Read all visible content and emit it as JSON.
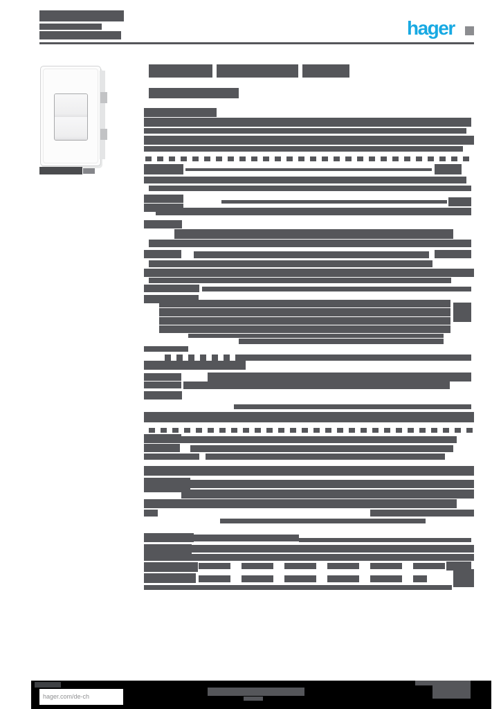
{
  "colors": {
    "ink": "#55565a",
    "logo_cyan": "#18a9e2",
    "page_background": "#ffffff",
    "footer_band": "#000000"
  },
  "header": {
    "logo_text": "hager",
    "registered_mark": "logo-registered-mark",
    "redacted_lines": [
      [
        57,
        15,
        122,
        16
      ],
      [
        57,
        34,
        90,
        9
      ],
      [
        57,
        45,
        118,
        12
      ]
    ]
  },
  "title": {
    "segments": [
      [
        215,
        93,
        92,
        19
      ],
      [
        313,
        93,
        118,
        19
      ],
      [
        437,
        93,
        68,
        19
      ]
    ],
    "subtitle": [
      [
        215,
        127,
        130,
        15
      ]
    ]
  },
  "product": {
    "image": "two-gang-rocker-light-switch",
    "caption_bars": [
      [
        57,
        241,
        62,
        11,
        "#4a4b4e"
      ],
      [
        120,
        243,
        17,
        8,
        "#85868a"
      ]
    ]
  },
  "body": {
    "redacted_bars": [
      [
        208,
        156,
        105,
        13
      ],
      [
        208,
        170,
        473,
        13
      ],
      [
        208,
        185,
        466,
        8
      ],
      [
        208,
        196,
        477,
        13
      ],
      [
        208,
        211,
        461,
        8
      ],
      [
        210,
        226,
        471,
        7,
        "d"
      ],
      [
        208,
        237,
        57,
        15
      ],
      [
        268,
        243,
        356,
        4
      ],
      [
        628,
        237,
        39,
        15
      ],
      [
        208,
        255,
        466,
        10
      ],
      [
        215,
        268,
        466,
        8
      ],
      [
        208,
        281,
        57,
        12
      ],
      [
        208,
        294,
        57,
        12
      ],
      [
        320,
        289,
        326,
        5
      ],
      [
        648,
        285,
        33,
        13
      ],
      [
        225,
        300,
        456,
        11
      ],
      [
        208,
        318,
        55,
        12
      ],
      [
        252,
        331,
        403,
        14
      ],
      [
        215,
        346,
        466,
        11
      ],
      [
        208,
        361,
        54,
        12
      ],
      [
        280,
        363,
        340,
        10
      ],
      [
        628,
        361,
        53,
        12
      ],
      [
        215,
        376,
        410,
        10
      ],
      [
        208,
        388,
        477,
        12
      ],
      [
        215,
        401,
        437,
        8
      ],
      [
        208,
        411,
        80,
        11
      ],
      [
        292,
        414,
        389,
        7
      ],
      [
        208,
        426,
        79,
        12
      ],
      [
        230,
        433,
        421,
        11
      ],
      [
        230,
        445,
        421,
        12
      ],
      [
        230,
        458,
        421,
        11
      ],
      [
        230,
        470,
        421,
        11
      ],
      [
        655,
        437,
        26,
        28
      ],
      [
        272,
        482,
        369,
        6
      ],
      [
        345,
        489,
        296,
        8
      ],
      [
        208,
        500,
        64,
        8
      ],
      [
        238,
        512,
        114,
        9,
        "d"
      ],
      [
        345,
        512,
        336,
        9
      ],
      [
        208,
        521,
        147,
        13
      ],
      [
        300,
        538,
        381,
        13
      ],
      [
        208,
        539,
        54,
        11
      ],
      [
        208,
        551,
        54,
        10
      ],
      [
        265,
        551,
        385,
        11
      ],
      [
        208,
        565,
        55,
        12
      ],
      [
        338,
        584,
        343,
        7
      ],
      [
        208,
        595,
        477,
        15
      ],
      [
        215,
        618,
        468,
        7,
        "d"
      ],
      [
        208,
        627,
        54,
        13
      ],
      [
        262,
        630,
        398,
        10
      ],
      [
        208,
        641,
        52,
        12
      ],
      [
        275,
        643,
        380,
        10
      ],
      [
        208,
        655,
        80,
        9
      ],
      [
        297,
        655,
        346,
        9
      ],
      [
        208,
        673,
        477,
        14
      ],
      [
        208,
        690,
        67,
        21
      ],
      [
        262,
        693,
        423,
        12
      ],
      [
        262,
        707,
        423,
        13
      ],
      [
        208,
        721,
        452,
        13
      ],
      [
        208,
        736,
        20,
        10
      ],
      [
        535,
        736,
        150,
        10
      ],
      [
        318,
        749,
        297,
        7
      ],
      [
        208,
        770,
        72,
        13
      ],
      [
        280,
        772,
        152,
        10
      ],
      [
        432,
        777,
        249,
        6
      ],
      [
        208,
        786,
        69,
        14
      ],
      [
        277,
        787,
        408,
        11
      ],
      [
        208,
        800,
        477,
        10
      ],
      [
        208,
        812,
        78,
        14
      ],
      [
        287,
        813,
        358,
        9,
        "g"
      ],
      [
        645,
        811,
        36,
        13
      ],
      [
        208,
        828,
        75,
        14
      ],
      [
        287,
        831,
        330,
        10,
        "g"
      ],
      [
        655,
        822,
        30,
        26
      ],
      [
        208,
        845,
        445,
        7
      ]
    ]
  },
  "footer": {
    "url": "hager.com/de-ch",
    "redacted_bars": [
      [
        50,
        985,
        38,
        8,
        "#3f4144"
      ],
      [
        300,
        993,
        140,
        12
      ],
      [
        352,
        1006,
        28,
        6
      ],
      [
        600,
        983,
        80,
        7
      ],
      [
        625,
        990,
        55,
        19
      ]
    ]
  }
}
